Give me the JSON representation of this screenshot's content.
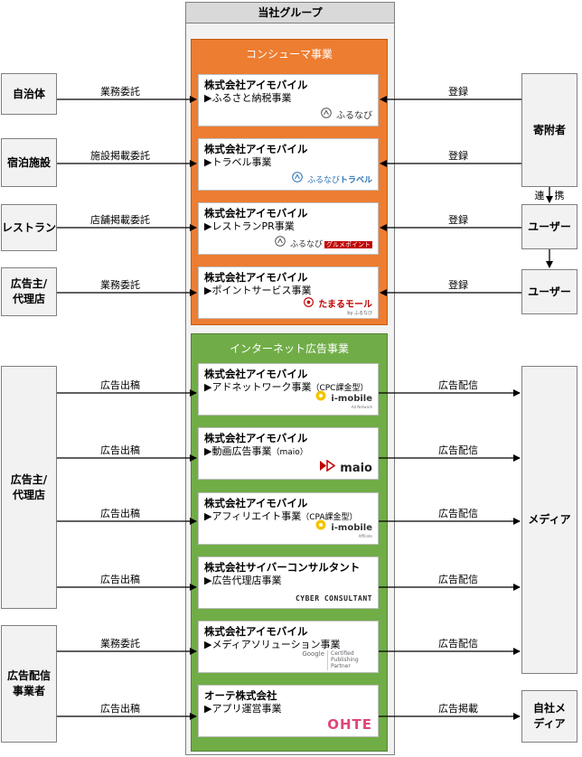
{
  "group_title": "当社グループ",
  "consumer": {
    "title": "コンシューマ事業",
    "cards": [
      {
        "company": "株式会社アイモバイル",
        "business": "▶ふるさと納税事業",
        "logo": "ふるなび",
        "logo_icon": "furunavi-icon"
      },
      {
        "company": "株式会社アイモバイル",
        "business": "▶トラベル事業",
        "logo": "ふるなび",
        "logo_sub": "トラベル",
        "logo_icon": "furunavi-travel-icon"
      },
      {
        "company": "株式会社アイモバイル",
        "business": "▶レストランPR事業",
        "logo": "ふるなび",
        "logo_sub": "グルメポイント",
        "logo_icon": "furunavi-gourmet-icon"
      },
      {
        "company": "株式会社アイモバイル",
        "business": "▶ポイントサービス事業",
        "logo": "たまるモール",
        "logo_sub": "by ふるなび",
        "logo_icon": "tamaru-mall-icon"
      }
    ]
  },
  "internet_ad": {
    "title": "インターネット広告事業",
    "cards": [
      {
        "company": "株式会社アイモバイル",
        "business": "▶アドネットワーク事業",
        "business_note": "（CPC課金型）",
        "logo": "i-mobile",
        "logo_sub": "Ad Network",
        "logo_icon": "i-mobile-icon"
      },
      {
        "company": "株式会社アイモバイル",
        "business": "▶動画広告事業",
        "business_note": "（maio）",
        "logo": "maio",
        "logo_icon": "maio-icon"
      },
      {
        "company": "株式会社アイモバイル",
        "business": "▶アフィリエイト事業",
        "business_note": "（CPA課金型）",
        "logo": "i-mobile",
        "logo_sub": "Affiliate",
        "logo_icon": "i-mobile-icon"
      },
      {
        "company": "株式会社サイバーコンサルタント",
        "business": "▶広告代理店事業",
        "logo": "CYBER CONSULTANT",
        "logo_icon": "cyber-consultant-logo"
      },
      {
        "company": "株式会社アイモバイル",
        "business": "▶メディアソリューション事業",
        "logo": "Google",
        "logo_sub": "Certified Publishing Partner",
        "logo_icon": "google-partner-icon"
      },
      {
        "company": "オーテ株式会社",
        "business": "▶アプリ運営事業",
        "logo": "OHTE",
        "logo_icon": "ohte-logo"
      }
    ]
  },
  "left_boxes": {
    "local_gov": "自治体",
    "lodging": "宿泊施設",
    "restaurant": "レストラン",
    "advertiser_top": "広告主/代理店",
    "advertiser_bottom": "広告主/代理店",
    "ad_distributor": "広告配信事業者"
  },
  "right_boxes": {
    "donor": "寄附者",
    "user1": "ユーザー",
    "user2": "ユーザー",
    "media": "メディア",
    "own_media": "自社メディア"
  },
  "left_labels": [
    "業務委託",
    "施設掲載委託",
    "店舗掲載委託",
    "業務委託",
    "広告出稿",
    "広告出稿",
    "広告出稿",
    "広告出稿",
    "業務委託",
    "広告出稿"
  ],
  "right_labels": [
    "登録",
    "登録",
    "登録",
    "登録",
    "広告配信",
    "広告配信",
    "広告配信",
    "広告配信",
    "広告配信",
    "広告掲載"
  ],
  "link_label": "連　携"
}
